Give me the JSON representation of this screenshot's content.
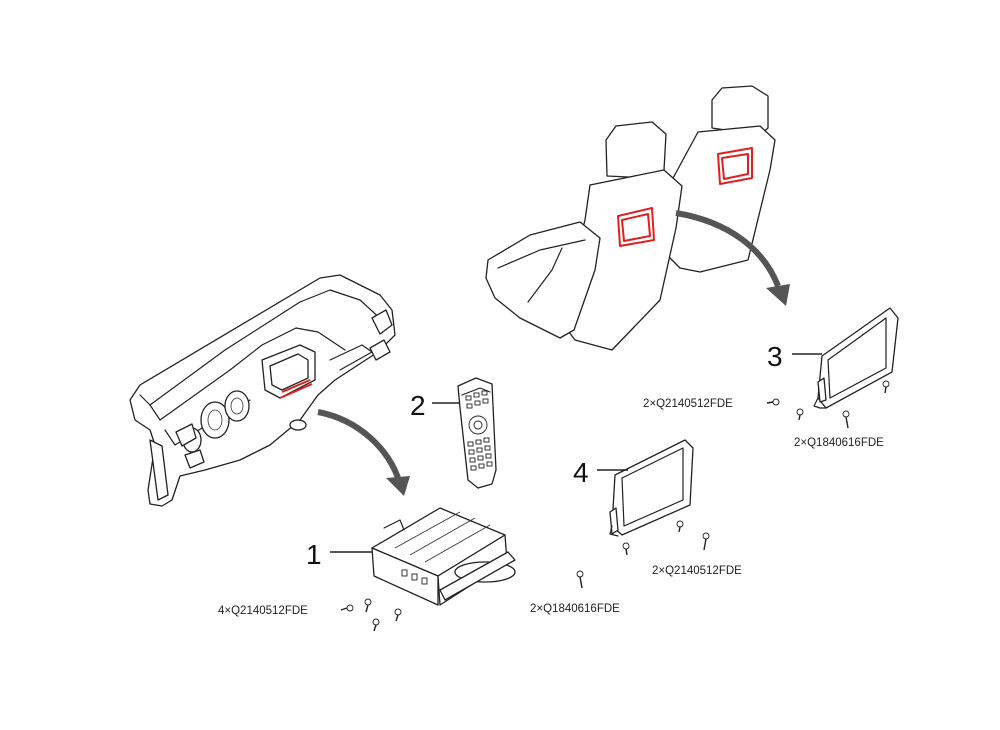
{
  "callouts": {
    "n1": "1",
    "n2": "2",
    "n3": "3",
    "n4": "4"
  },
  "captions": {
    "c1": "4×Q2140512FDE",
    "c3a": "2×Q2140512FDE",
    "c3b": "2×Q1840616FDE",
    "c4a": "2×Q2140512FDE",
    "c4b": "2×Q1840616FDE"
  },
  "colors": {
    "highlight": "#e02020",
    "arrow": "#555555"
  }
}
